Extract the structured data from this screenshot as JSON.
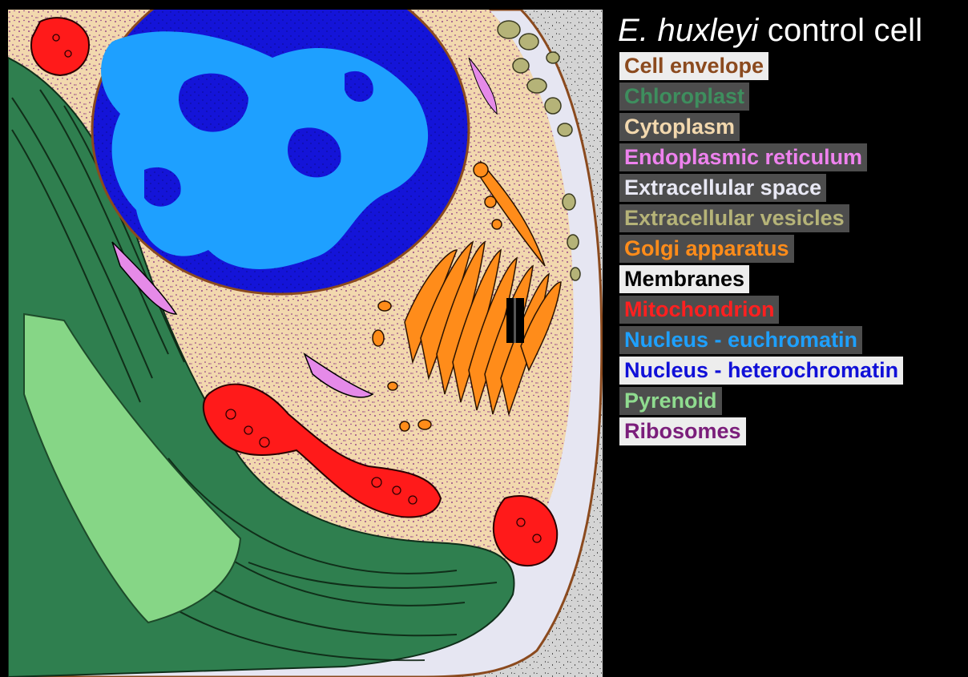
{
  "title": {
    "species": "E. huxleyi",
    "rest": "control cell"
  },
  "legend": [
    {
      "key": "cell-envelope",
      "label": "Cell envelope",
      "text_color": "#8B4A1E",
      "bg": "#EDEDED"
    },
    {
      "key": "chloroplast",
      "label": "Chloroplast",
      "text_color": "#3E8E5E",
      "bg": "#4D4D4D"
    },
    {
      "key": "cytoplasm",
      "label": "Cytoplasm",
      "text_color": "#F2D8AE",
      "bg": "#4D4D4D"
    },
    {
      "key": "endoplasmic-reticulum",
      "label": "Endoplasmic reticulum",
      "text_color": "#EE82EE",
      "bg": "#4D4D4D"
    },
    {
      "key": "extracellular-space",
      "label": "Extracellular space",
      "text_color": "#E8E8F4",
      "bg": "#4D4D4D"
    },
    {
      "key": "extracellular-vesicles",
      "label": "Extracellular vesicles",
      "text_color": "#B5B378",
      "bg": "#4D4D4D"
    },
    {
      "key": "golgi-apparatus",
      "label": "Golgi apparatus",
      "text_color": "#FF8C1A",
      "bg": "#4D4D4D"
    },
    {
      "key": "membranes",
      "label": "Membranes",
      "text_color": "#000000",
      "bg": "#EDEDED"
    },
    {
      "key": "mitochondrion",
      "label": "Mitochondrion",
      "text_color": "#FF2020",
      "bg": "#4D4D4D"
    },
    {
      "key": "nucleus-euchromatin",
      "label": "Nucleus - euchromatin",
      "text_color": "#1EA0FF",
      "bg": "#4D4D4D"
    },
    {
      "key": "nucleus-heterochromatin",
      "label": "Nucleus - heterochromatin",
      "text_color": "#1010D8",
      "bg": "#EDEDED"
    },
    {
      "key": "pyrenoid",
      "label": "Pyrenoid",
      "text_color": "#8FDB8F",
      "bg": "#4D4D4D"
    },
    {
      "key": "ribosomes",
      "label": "Ribosomes",
      "text_color": "#7B1E7B",
      "bg": "#EDEDED"
    }
  ],
  "colors": {
    "background": "#000000",
    "extracellular_texture": "#C8C8C8",
    "cytoplasm": "#F2D8AE",
    "chloroplast": "#2F7F4F",
    "pyrenoid": "#86D686",
    "euchromatin": "#1EA0FF",
    "heterochromatin": "#1414D8",
    "mitochondrion": "#FF1A1A",
    "golgi": "#FF8C1A",
    "er": "#E58AE8",
    "vesicles": "#B5B378",
    "extracellular_space": "#E6E6F2",
    "envelope": "#8B4A1E",
    "ribosomes": "#7B1E7B"
  }
}
